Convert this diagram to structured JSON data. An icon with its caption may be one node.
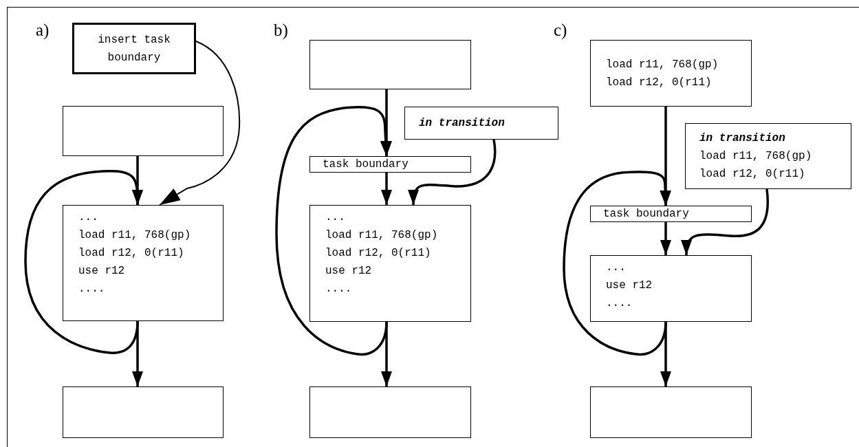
{
  "diagram": {
    "nodes": [
      {
        "text": [
          "insert task boundary"
        ]
      },
      {
        "text": [],
        "shape": "box"
      },
      {
        "text": [
          "...",
          "load r11, 768(gp)",
          "load r12, 0(r11)",
          "use r12",
          "...."
        ]
      },
      {
        "text": [],
        "shape": "box"
      },
      {
        "text": [],
        "shape": "box"
      },
      {
        "text": [
          "in transition"
        ]
      },
      {
        "text": [
          "task boundary"
        ]
      },
      {
        "text": [
          "...",
          "load r11, 768(gp)",
          "load r12, 0(r11)",
          "use r12",
          "...."
        ]
      },
      {
        "text": [],
        "shape": "box"
      },
      {
        "text": [
          "load r11, 768(gp)",
          "load r12, 0(r11)"
        ]
      },
      {
        "text": [
          "in transition",
          "load r11, 768(gp)",
          "load r12, 0(r11)"
        ]
      },
      {
        "text": [
          "task boundary"
        ]
      },
      {
        "text": [
          "...",
          "use r12",
          "...."
        ]
      },
      {
        "text": [],
        "shape": "box"
      }
    ],
    "edges": [
      {
        "from": 1,
        "to": 2,
        "arrow": "to"
      },
      {
        "from": 2,
        "to": 2,
        "arrow": "to"
      },
      {
        "from": 2,
        "to": 3,
        "arrow": "to"
      },
      {
        "from": 0,
        "to": 2,
        "arrow": "to"
      },
      {
        "from": 4,
        "to": 6,
        "arrow": "to"
      },
      {
        "from": 7,
        "to": 6,
        "arrow": "to"
      },
      {
        "from": 6,
        "to": 7,
        "arrow": "to"
      },
      {
        "from": 5,
        "to": 7,
        "arrow": "to"
      },
      {
        "from": 7,
        "to": 8,
        "arrow": "to"
      },
      {
        "from": 9,
        "to": 11,
        "arrow": "to"
      },
      {
        "from": 12,
        "to": 11,
        "arrow": "to"
      },
      {
        "from": 11,
        "to": 12,
        "arrow": "to"
      },
      {
        "from": 10,
        "to": 12,
        "arrow": "to"
      },
      {
        "from": 12,
        "to": 13,
        "arrow": "to"
      }
    ],
    "labels": [
      "a)",
      "b)",
      "c)"
    ]
  }
}
